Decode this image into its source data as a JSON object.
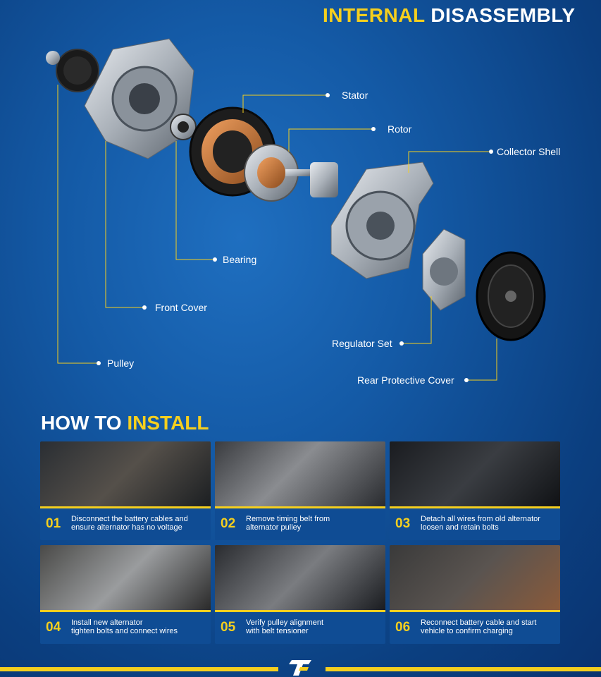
{
  "header": {
    "title_yellow": "INTERNAL",
    "title_white": "DISASSEMBLY"
  },
  "parts": {
    "stator": "Stator",
    "rotor": "Rotor",
    "collector_shell": "Collector Shell",
    "bearing": "Bearing",
    "front_cover": "Front Cover",
    "regulator_set": "Regulator Set",
    "pulley": "Pulley",
    "rear_protective_cover": "Rear Protective Cover"
  },
  "install": {
    "title_white": "HOW TO",
    "title_yellow": "INSTALL",
    "steps": [
      {
        "num": "01",
        "line1": "Disconnect the battery cables and",
        "line2": "ensure alternator has no voltage"
      },
      {
        "num": "02",
        "line1": "Remove timing belt from",
        "line2": "alternator pulley"
      },
      {
        "num": "03",
        "line1": "Detach all wires from old alternator",
        "line2": "loosen and retain bolts"
      },
      {
        "num": "04",
        "line1": "Install new alternator",
        "line2": "tighten bolts and connect wires"
      },
      {
        "num": "05",
        "line1": "Verify pulley alignment",
        "line2": "with belt tensioner"
      },
      {
        "num": "06",
        "line1": "Reconnect battery cable and start",
        "line2": "vehicle to confirm charging"
      }
    ]
  },
  "colors": {
    "accent": "#f5cf1e",
    "background": "#145aa6",
    "card": "#0f4c94"
  }
}
